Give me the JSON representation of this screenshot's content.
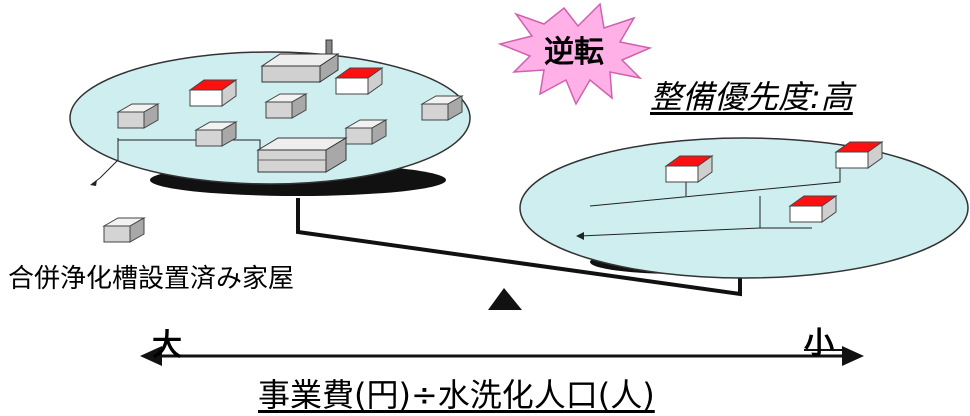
{
  "labels": {
    "reversal": "逆転",
    "priority": "整備優先度:高",
    "legend": "合併浄化槽設置済み家屋",
    "large": "大",
    "small": "小",
    "formula": "事業費(円)÷水洗化人口(人)"
  },
  "colors": {
    "plate": "#cfeef0",
    "plate_base": "#111111",
    "roof_red": "#ff0000",
    "house_gray": "#c9c9c9",
    "burst": "#ffb0e6"
  },
  "icons": {
    "house": "house-icon",
    "fulcrum": "triangle-fulcrum-icon",
    "arrow": "double-arrow-icon",
    "burst": "starburst-icon"
  }
}
